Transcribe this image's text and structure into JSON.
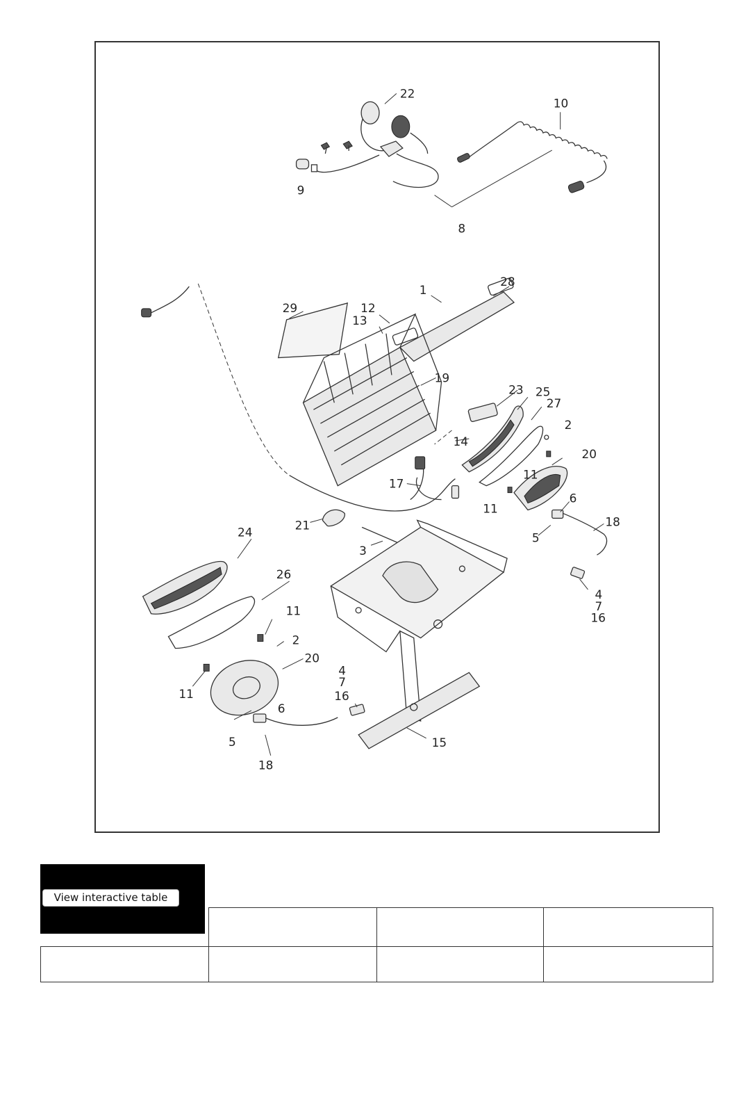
{
  "diagram": {
    "callouts": {
      "c1": "1",
      "c2a": "2",
      "c2b": "2",
      "c3": "3",
      "c4a": "4",
      "c4b": "4",
      "c5a": "5",
      "c5b": "5",
      "c6a": "6",
      "c6b": "6",
      "c7a": "7",
      "c7b": "7",
      "c8": "8",
      "c9": "9",
      "c10": "10",
      "c11a": "11",
      "c11b": "11",
      "c11c": "11",
      "c11d": "11",
      "c12": "12",
      "c13": "13",
      "c14": "14",
      "c15": "15",
      "c16a": "16",
      "c16b": "16",
      "c17": "17",
      "c18a": "18",
      "c18b": "18",
      "c19": "19",
      "c20a": "20",
      "c20b": "20",
      "c21": "21",
      "c22": "22",
      "c23": "23",
      "c24": "24",
      "c25": "25",
      "c26": "26",
      "c27": "27",
      "c28": "28",
      "c29": "29"
    }
  },
  "table": {
    "view_button_label": "View interactive table",
    "rows": [
      [
        "",
        "",
        "",
        ""
      ],
      [
        "",
        "",
        "",
        ""
      ]
    ]
  }
}
